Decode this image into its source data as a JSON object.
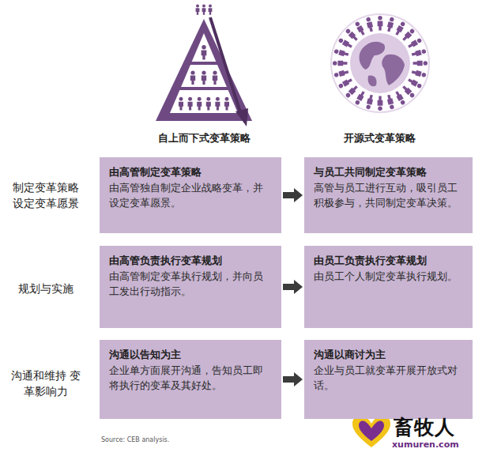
{
  "diagram": {
    "nodes": [
      {
        "text": [
          "由高管制定变革策略",
          "由高管独自制定企业战略变革，并设定变革愿景。"
        ]
      },
      {
        "text": [
          "与员工共同制定变革策略",
          "高管与员工进行互动，吸引员工积极参与，共同制定变革决策。"
        ]
      },
      {
        "text": [
          "由高管负责执行变革规划",
          "由高管制定变革执行规划，并向员工发出行动指示。"
        ]
      },
      {
        "text": [
          "由员工负责执行变革规划",
          "由员工个人制定变革执行规划。"
        ]
      },
      {
        "text": [
          "沟通以告知为主",
          "企业单方面展开沟通，告知员工即将执行的变革及其好处。"
        ]
      },
      {
        "text": [
          "沟通以商讨为主",
          "企业与员工就变革开展开放式对话。"
        ]
      }
    ],
    "edges": [
      {
        "from": 0,
        "to": 1,
        "arrow": "to"
      },
      {
        "from": 2,
        "to": 3,
        "arrow": "to"
      },
      {
        "from": 4,
        "to": 5,
        "arrow": "to"
      }
    ],
    "labels": [
      "自上而下式变革策略",
      "开源式变革策略",
      "制定变革策略 设定变革愿景",
      "规划与实施",
      "沟通和维持 变革影响力",
      "Source: CEB analysis.",
      "畜牧人",
      "xumuren.com"
    ]
  }
}
